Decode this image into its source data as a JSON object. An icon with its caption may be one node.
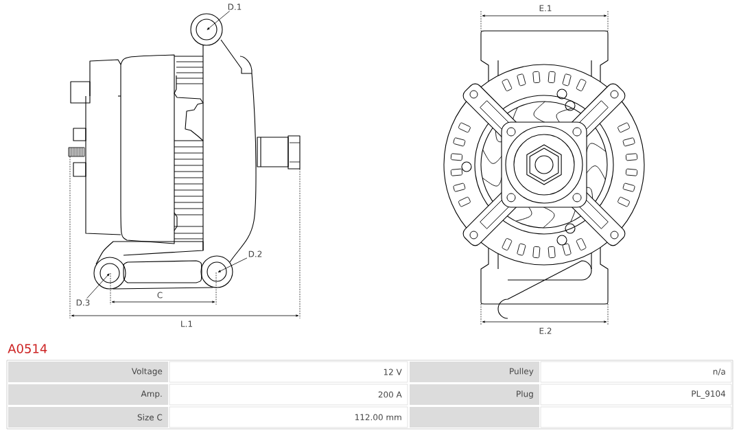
{
  "diagram": {
    "title": "A0514",
    "nodes": [
      {
        "text": [
          "D.1"
        ]
      },
      {
        "text": [
          "D.2"
        ]
      },
      {
        "text": [
          "D.3"
        ]
      }
    ],
    "edges": [
      {
        "from": 0,
        "to": null,
        "arrow": "to"
      },
      {
        "from": 1,
        "to": null,
        "arrow": "to"
      },
      {
        "from": 2,
        "to": null,
        "arrow": "to"
      }
    ],
    "labels": [
      "C",
      "L.1",
      "E.1",
      "E.2",
      "Voltage",
      "12 V",
      "Pulley",
      "n/a",
      "Amp.",
      "200 A",
      "Plug",
      "PL_9104",
      "Size C",
      "112.00 mm"
    ]
  }
}
